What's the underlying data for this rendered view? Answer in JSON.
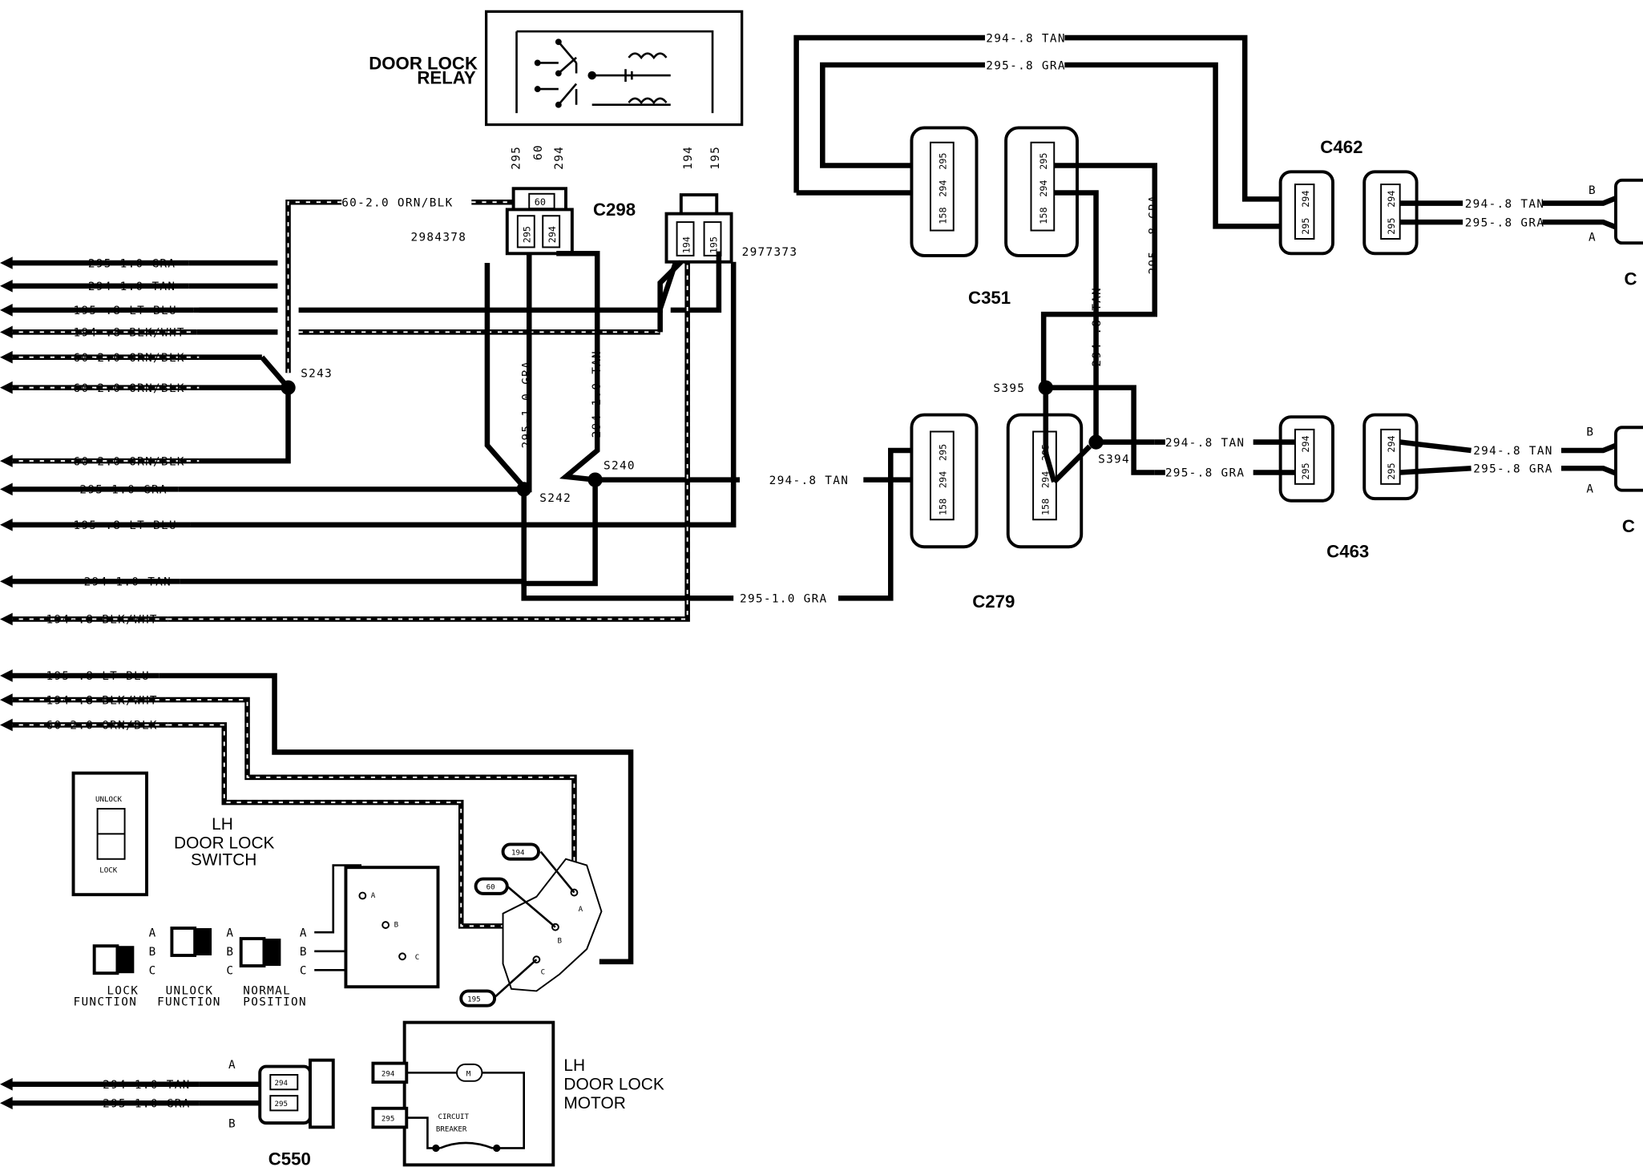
{
  "left_wires": [
    {
      "label": "295-1.0 GRA"
    },
    {
      "label": "294-1.0 TAN"
    },
    {
      "label": "195-.8 LT BLU"
    },
    {
      "label": "194-.8 BLK/WHT"
    },
    {
      "label": "60-2.0 ORN/BLK"
    },
    {
      "label": "60-2.0 ORN/BLK"
    },
    {
      "label": "60-2.0 ORN/BLK"
    },
    {
      "label": "295-1.0 GRA"
    },
    {
      "label": "195-.8 LT BLU"
    },
    {
      "label": "294-1.0 TAN"
    },
    {
      "label": "194-.8 BLK/WHT"
    },
    {
      "label": "195-.8 LT BLU"
    },
    {
      "label": "194-.8 BLK/WHT"
    },
    {
      "label": "60-2.0 ORN/BLK"
    },
    {
      "label": "294-1.0 TAN"
    },
    {
      "label": "295-1.0 GRA"
    }
  ],
  "relay": {
    "title_line1": "DOOR LOCK",
    "title_line2": "RELAY",
    "pins": [
      "295",
      "60",
      "294",
      "194",
      "195"
    ]
  },
  "connectors": {
    "c298": "C298",
    "c298_part": "2984378",
    "c298_pin_60": "60",
    "c298_pin_295": "295",
    "c298_pin_294": "294",
    "c2977373_part": "2977373",
    "c2977373_pin_194": "194",
    "c2977373_pin_195": "195",
    "c351": "C351",
    "c279": "C279",
    "c462": "C462",
    "c463": "C463",
    "c550": "C550",
    "pin_158": "158",
    "pin_294": "294",
    "pin_295": "295"
  },
  "splices": {
    "s243": "S243",
    "s242": "S242",
    "s240": "S240",
    "s395": "S395",
    "s394": "S394"
  },
  "mid_wires": {
    "w60_top": "60-2.0 ORN/BLK",
    "w295_vert": "295-1.0 GRA",
    "w294_vert": "294-1.0 TAN",
    "w294_mid": "294-.8 TAN",
    "w295_bottom": "295-1.0 GRA",
    "top_tan": "294-.8 TAN",
    "top_gra": "295-.8 GRA",
    "vert_gra": "295-.8 GRA",
    "vert_tan": "294-.8 TAN",
    "c462_tan": "294-.8 TAN",
    "c462_gra": "295-.8 GRA",
    "c463_tan_in": "294-.8 TAN",
    "c463_gra_in": "295-.8 GRA",
    "c463_tan_out": "294-.8 TAN",
    "c463_gra_out": "295-.8 GRA",
    "right_b": "B",
    "right_a": "A",
    "right_c_top": "C",
    "right_c_bot": "C"
  },
  "switch": {
    "title_line1": "LH",
    "title_line2": "DOOR LOCK",
    "title_line3": "SWITCH",
    "unlock": "UNLOCK",
    "lock": "LOCK",
    "pin_a": "A",
    "pin_b": "B",
    "pin_c": "C",
    "lock_function_1": "LOCK",
    "lock_function_2": "FUNCTION",
    "unlock_function_1": "UNLOCK",
    "unlock_function_2": "FUNCTION",
    "normal_position_1": "NORMAL",
    "normal_position_2": "POSITION",
    "tag_194": "194",
    "tag_60": "60",
    "tag_195": "195"
  },
  "motor": {
    "title_line1": "LH",
    "title_line2": "DOOR LOCK",
    "title_line3": "MOTOR",
    "pin_294": "294",
    "pin_295": "295",
    "motor_symbol": "M",
    "circuit_1": "CIRCUIT",
    "circuit_2": "BREAKER",
    "c550_a": "A",
    "c550_b": "B",
    "c550_294": "294",
    "c550_295": "295"
  }
}
